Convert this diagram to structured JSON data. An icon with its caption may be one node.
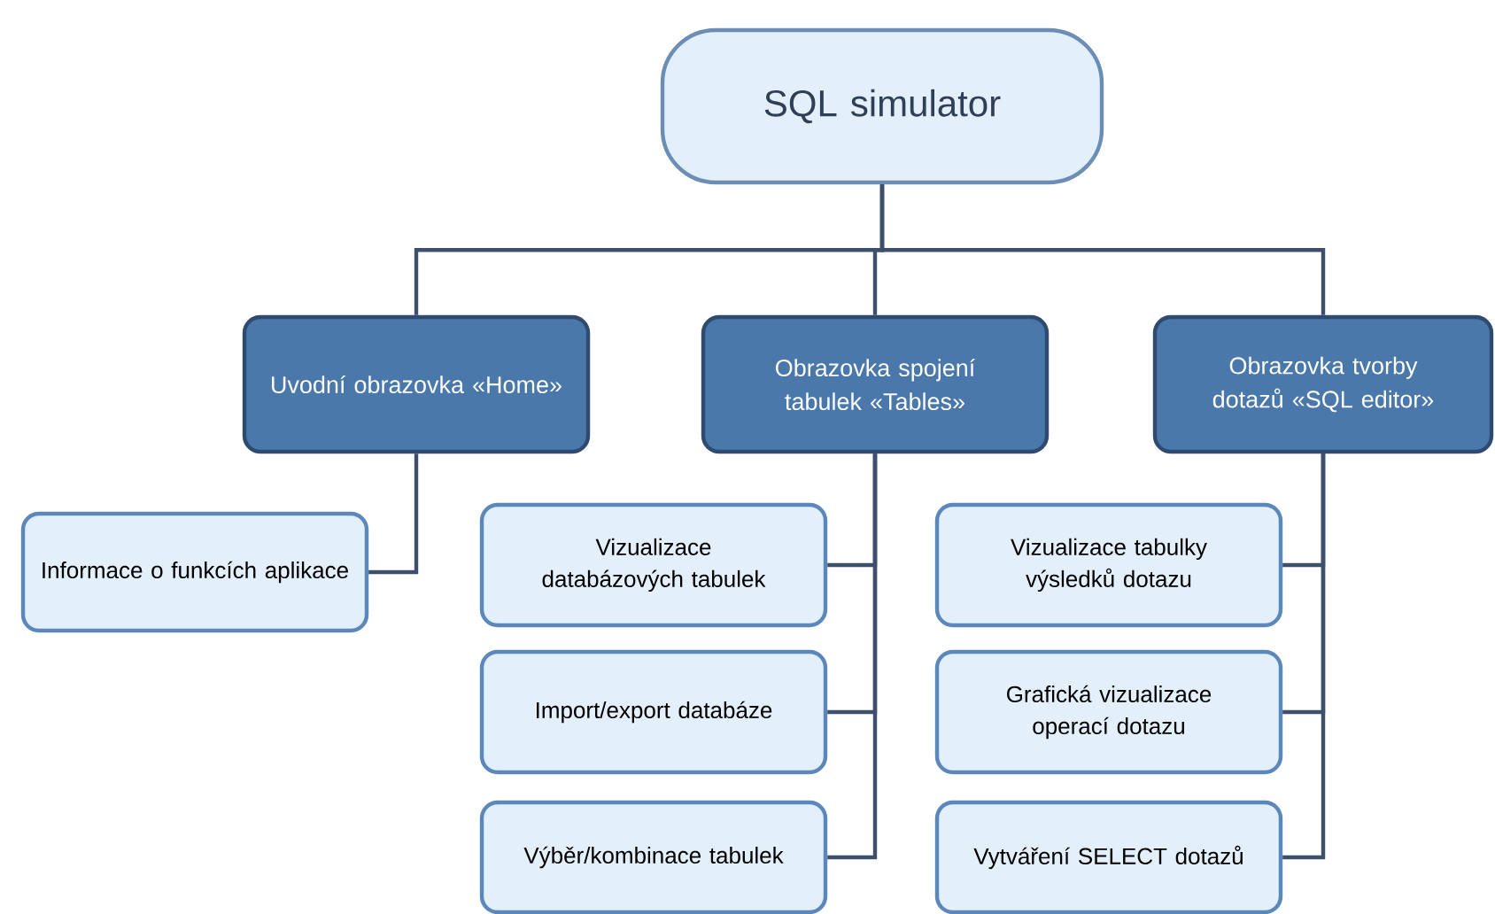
{
  "diagram": {
    "nodes": [
      {
        "text": [
          "SQL simulator"
        ]
      },
      {
        "text": [
          "Uvodní obrazovka «Home»"
        ]
      },
      {
        "text": [
          "Obrazovka spojení tabulek «Tables»"
        ]
      },
      {
        "text": [
          "Obrazovka tvorby dotazů «SQL editor»"
        ]
      },
      {
        "text": [
          "Informace o funkcích aplikace"
        ]
      },
      {
        "text": [
          "Vizualizace databázových tabulek"
        ]
      },
      {
        "text": [
          "Import/export databáze"
        ]
      },
      {
        "text": [
          "Výběr/kombinace tabulek"
        ]
      },
      {
        "text": [
          "Vizualizace tabulky výsledků dotazu"
        ]
      },
      {
        "text": [
          "Grafická vizualizace operací dotazu"
        ]
      },
      {
        "text": [
          "Vytváření SELECT dotazů"
        ]
      }
    ],
    "edges": [
      {
        "from": 0,
        "to": 1,
        "arrow": "none"
      },
      {
        "from": 0,
        "to": 2,
        "arrow": "none"
      },
      {
        "from": 0,
        "to": 3,
        "arrow": "none"
      },
      {
        "from": 1,
        "to": 4,
        "arrow": "none"
      },
      {
        "from": 2,
        "to": 5,
        "arrow": "none"
      },
      {
        "from": 2,
        "to": 6,
        "arrow": "none"
      },
      {
        "from": 2,
        "to": 7,
        "arrow": "none"
      },
      {
        "from": 3,
        "to": 8,
        "arrow": "none"
      },
      {
        "from": 3,
        "to": 9,
        "arrow": "none"
      },
      {
        "from": 3,
        "to": 10,
        "arrow": "none"
      }
    ]
  }
}
